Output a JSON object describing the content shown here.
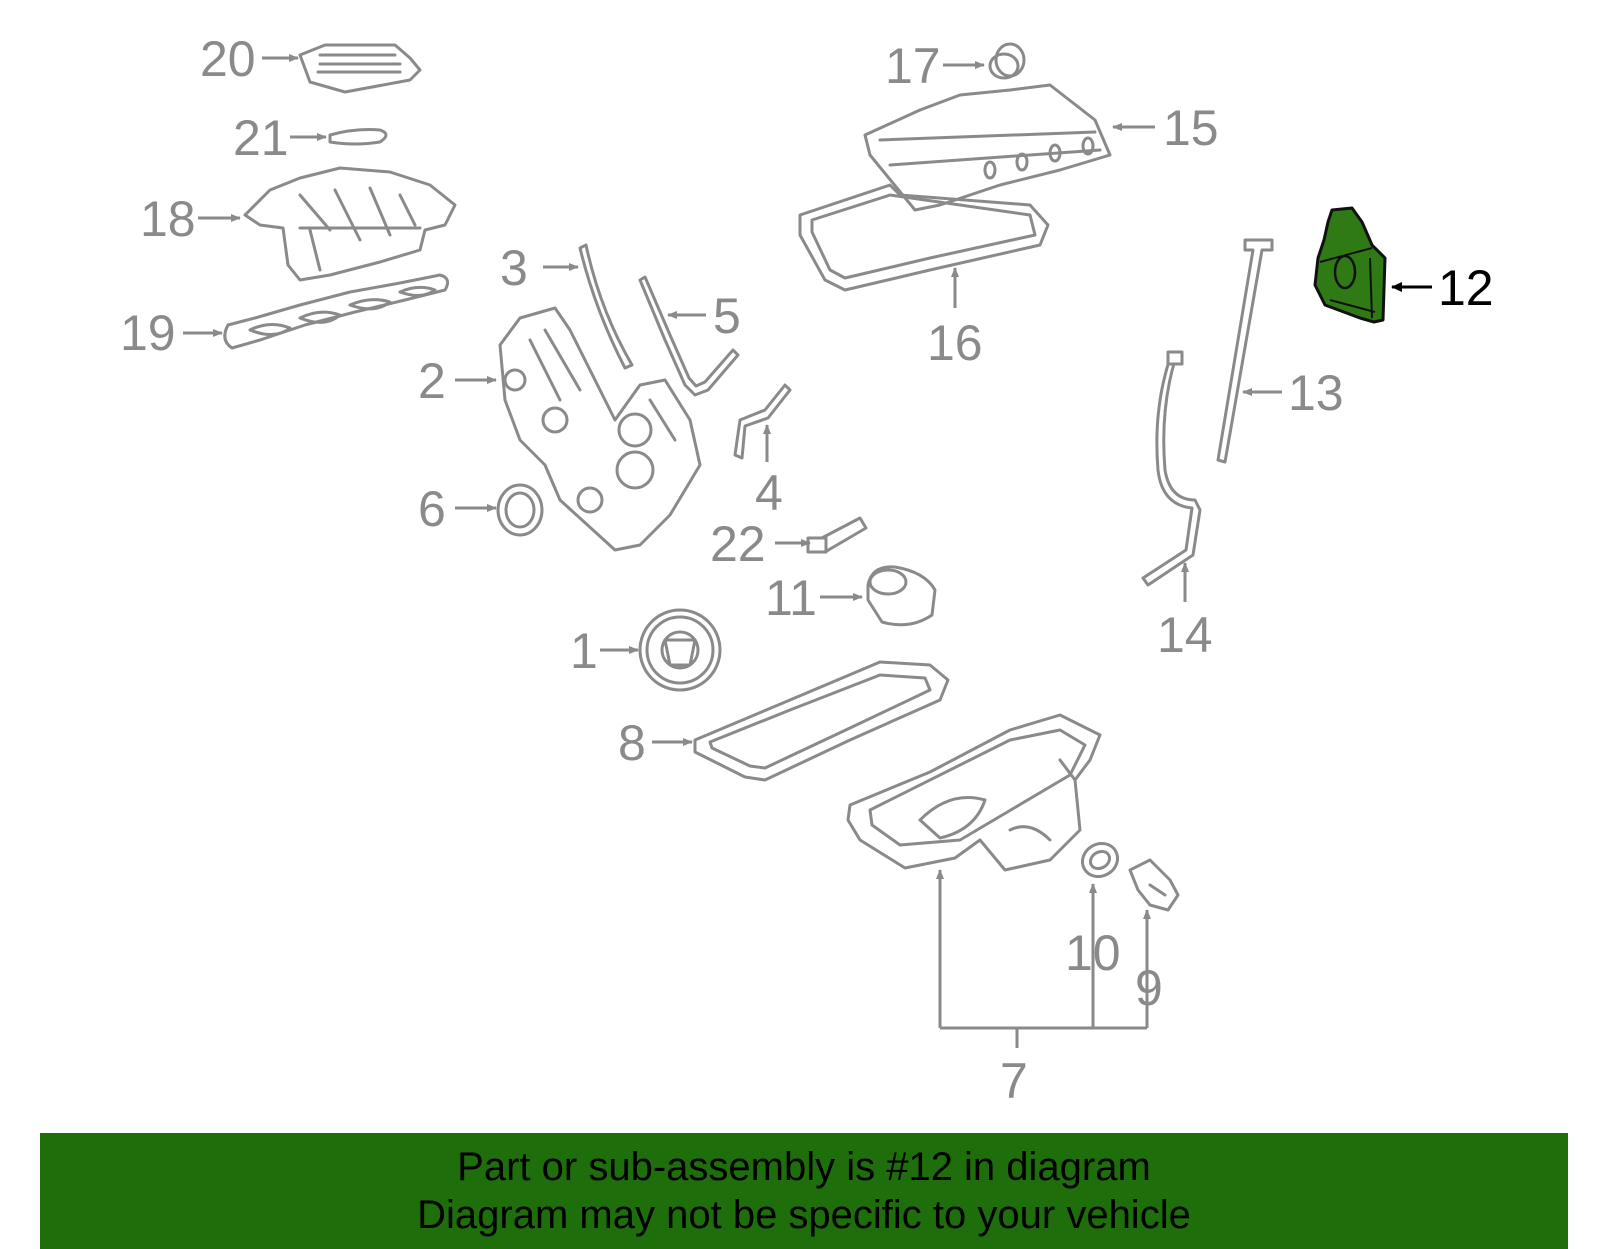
{
  "diagram": {
    "labels": {
      "p1": "1",
      "p2": "2",
      "p3": "3",
      "p4": "4",
      "p5": "5",
      "p6": "6",
      "p7": "7",
      "p8": "8",
      "p9": "9",
      "p10": "10",
      "p11": "11",
      "p12": "12",
      "p13": "13",
      "p14": "14",
      "p15": "15",
      "p16": "16",
      "p17": "17",
      "p18": "18",
      "p19": "19",
      "p20": "20",
      "p21": "21",
      "p22": "22"
    },
    "highlight_part": "12",
    "colors": {
      "part_line": "#8a8a8a",
      "highlight_fill": "#2f7a14",
      "banner_bg": "#1e6e0c",
      "text": "#000000"
    }
  },
  "banner": {
    "line1": "Part or sub-assembly is #12 in diagram",
    "line2": "Diagram may not be specific to your vehicle"
  }
}
